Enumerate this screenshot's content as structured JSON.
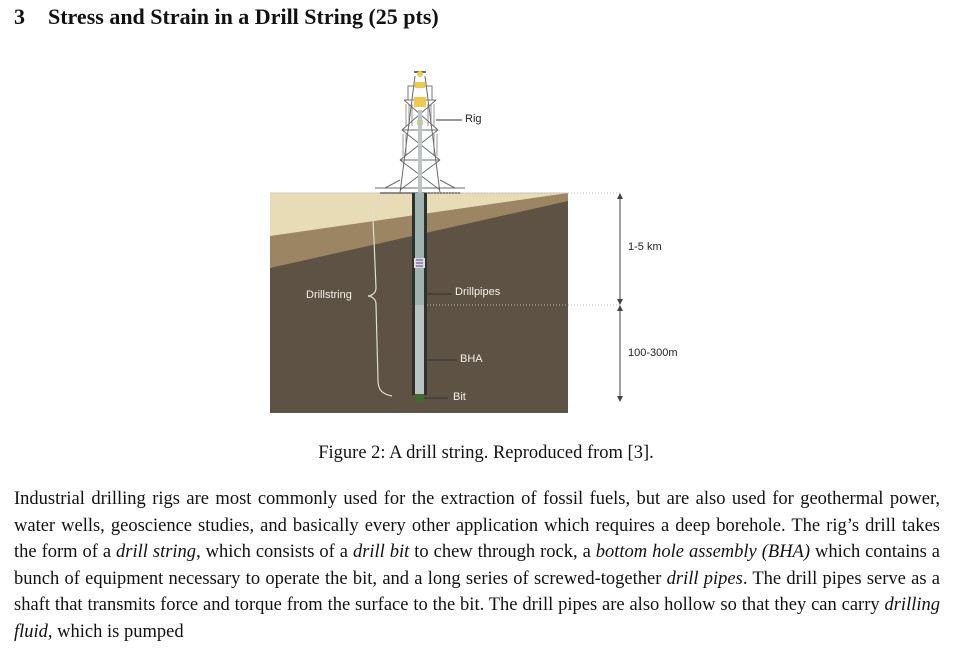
{
  "section": {
    "number": "3",
    "title": "Stress and Strain in a Drill String (25 pts)"
  },
  "figure": {
    "labels": {
      "rig": "Rig",
      "drillstring": "Drillstring",
      "drillpipes": "Drillpipes",
      "bha": "BHA",
      "bit": "Bit",
      "depth_pipes": "1-5 km",
      "depth_bha": "100-300m"
    },
    "colors": {
      "sand": "#e8dcb6",
      "mid_soil": "#9b8563",
      "dark_soil": "#5e5245",
      "pipe": "#9fb4b0"
    },
    "caption": "Figure 2: A drill string. Reproduced from [3]."
  },
  "paragraph": {
    "s1": "Industrial drilling rigs are most commonly used for the extraction of fossil fuels, but are also used for geothermal power, water wells, geoscience studies, and basically every other application which requires a deep borehole. The rig’s drill takes the form of a ",
    "t1": "drill string",
    "s2": ", which consists of a ",
    "t2": "drill bit",
    "s3": " to chew through rock, a ",
    "t3": "bottom hole assembly (BHA)",
    "s4": " which contains a bunch of equipment necessary to operate the bit, and a long series of screwed-together ",
    "t4": "drill pipes",
    "s5": ". The drill pipes serve as a shaft that transmits force and torque from the surface to the bit. The drill pipes are also hollow so that they can carry ",
    "t5": "drilling fluid",
    "s6": ", which is pumped"
  }
}
